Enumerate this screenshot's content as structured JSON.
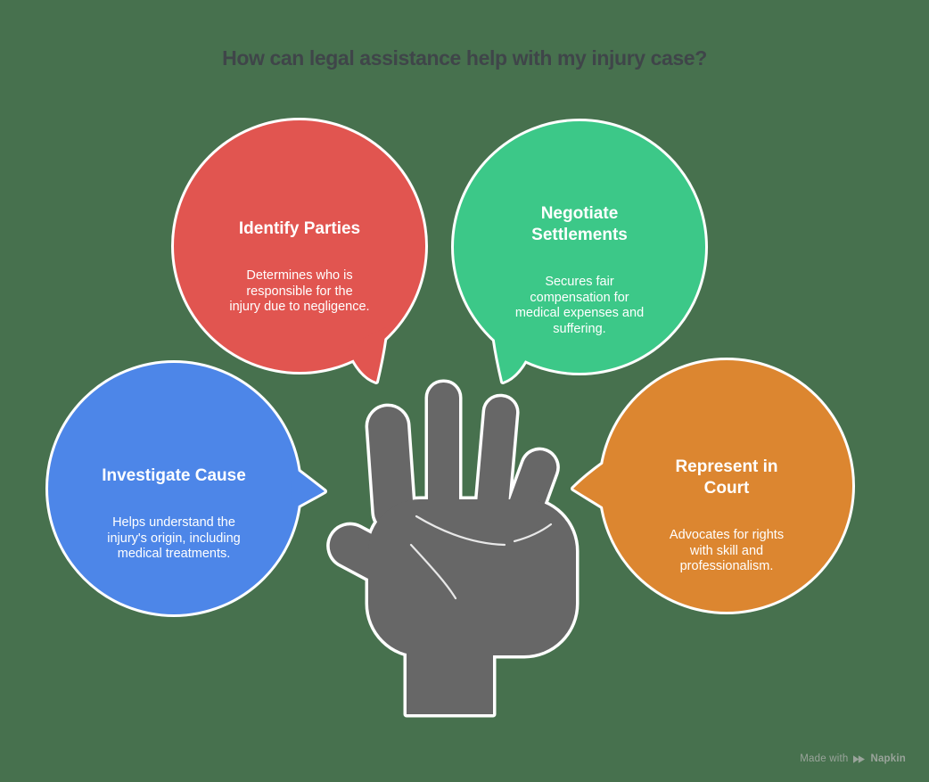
{
  "canvas": {
    "background": "#47714E"
  },
  "title": {
    "text": "How can legal assistance help with my injury case?",
    "color": "#3F4549"
  },
  "bubbles": [
    {
      "name": "identify-parties",
      "title": "Identify Parties",
      "body": "Determines who is\nresponsible for the\ninjury due to negligence.",
      "color": "#E15550"
    },
    {
      "name": "negotiate-settlements",
      "title": "Negotiate\nSettlements",
      "body": "Secures fair\ncompensation for\nmedical expenses and\nsuffering.",
      "color": "#3CC888"
    },
    {
      "name": "investigate-cause",
      "title": "Investigate Cause",
      "body": "Helps understand the\ninjury's origin, including\nmedical treatments.",
      "color": "#4D86E8"
    },
    {
      "name": "represent-in-court",
      "title": "Represent in\nCourt",
      "body": "Advocates for rights\nwith skill and\nprofessionalism.",
      "color": "#DC8630"
    }
  ],
  "hand": {
    "fill": "#676767",
    "outline": "#FFFFFF"
  },
  "watermark": {
    "made_with": "Made with",
    "brand": "Napkin",
    "color": "#9AA49B"
  }
}
